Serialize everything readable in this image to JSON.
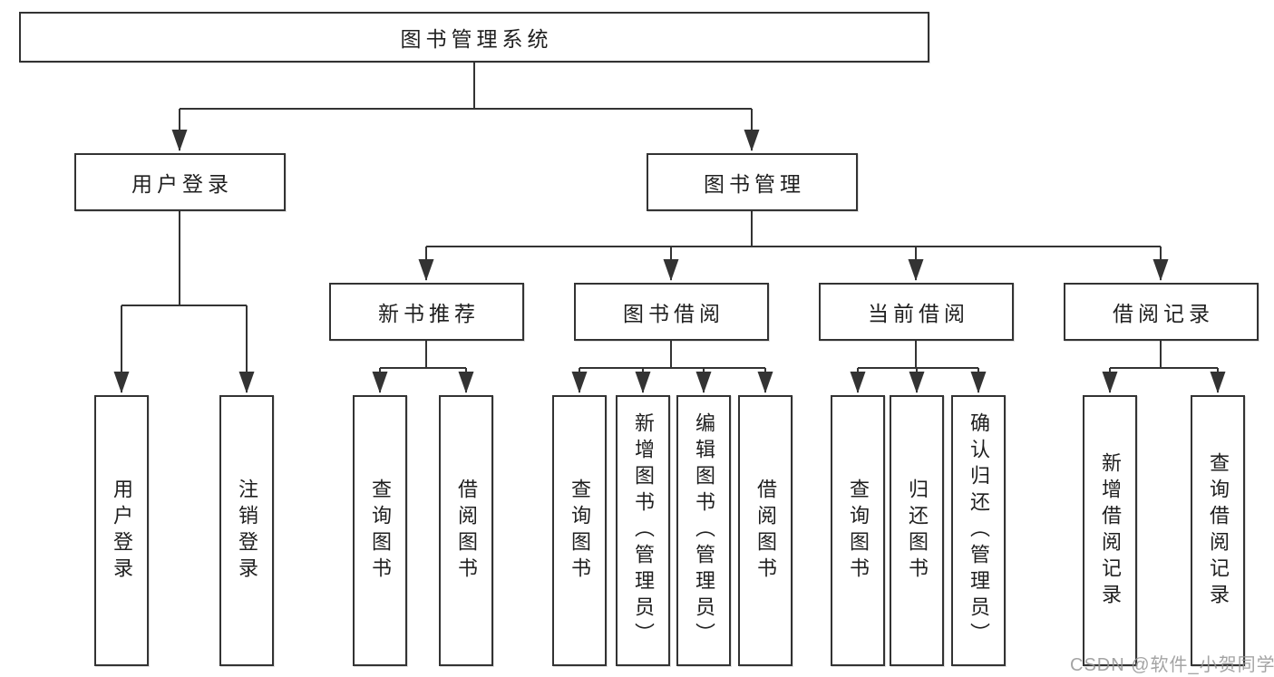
{
  "diagram": {
    "root": {
      "label": "图书管理系统"
    },
    "level1": [
      {
        "label": "用户登录"
      },
      {
        "label": "图书管理"
      }
    ],
    "level2": [
      {
        "label": "新书推荐"
      },
      {
        "label": "图书借阅"
      },
      {
        "label": "当前借阅"
      },
      {
        "label": "借阅记录"
      }
    ],
    "groups": {
      "user_login": [
        "用户登录",
        "注销登录"
      ],
      "new_book_recommend": [
        "查询图书",
        "借阅图书"
      ],
      "book_borrow": [
        "查询图书",
        "新增图书（管理员）",
        "编辑图书（管理员）",
        "借阅图书"
      ],
      "current_borrow": [
        "查询图书",
        "归还图书",
        "确认归还（管理员）"
      ],
      "borrow_records": [
        "新增借阅记录",
        "查询借阅记录"
      ]
    }
  },
  "watermark": "CSDN @软件_小贺同学",
  "colors": {
    "line": "#333333",
    "text": "#1f1f1f",
    "box_background": "#ffffff",
    "watermark": "#949494"
  }
}
